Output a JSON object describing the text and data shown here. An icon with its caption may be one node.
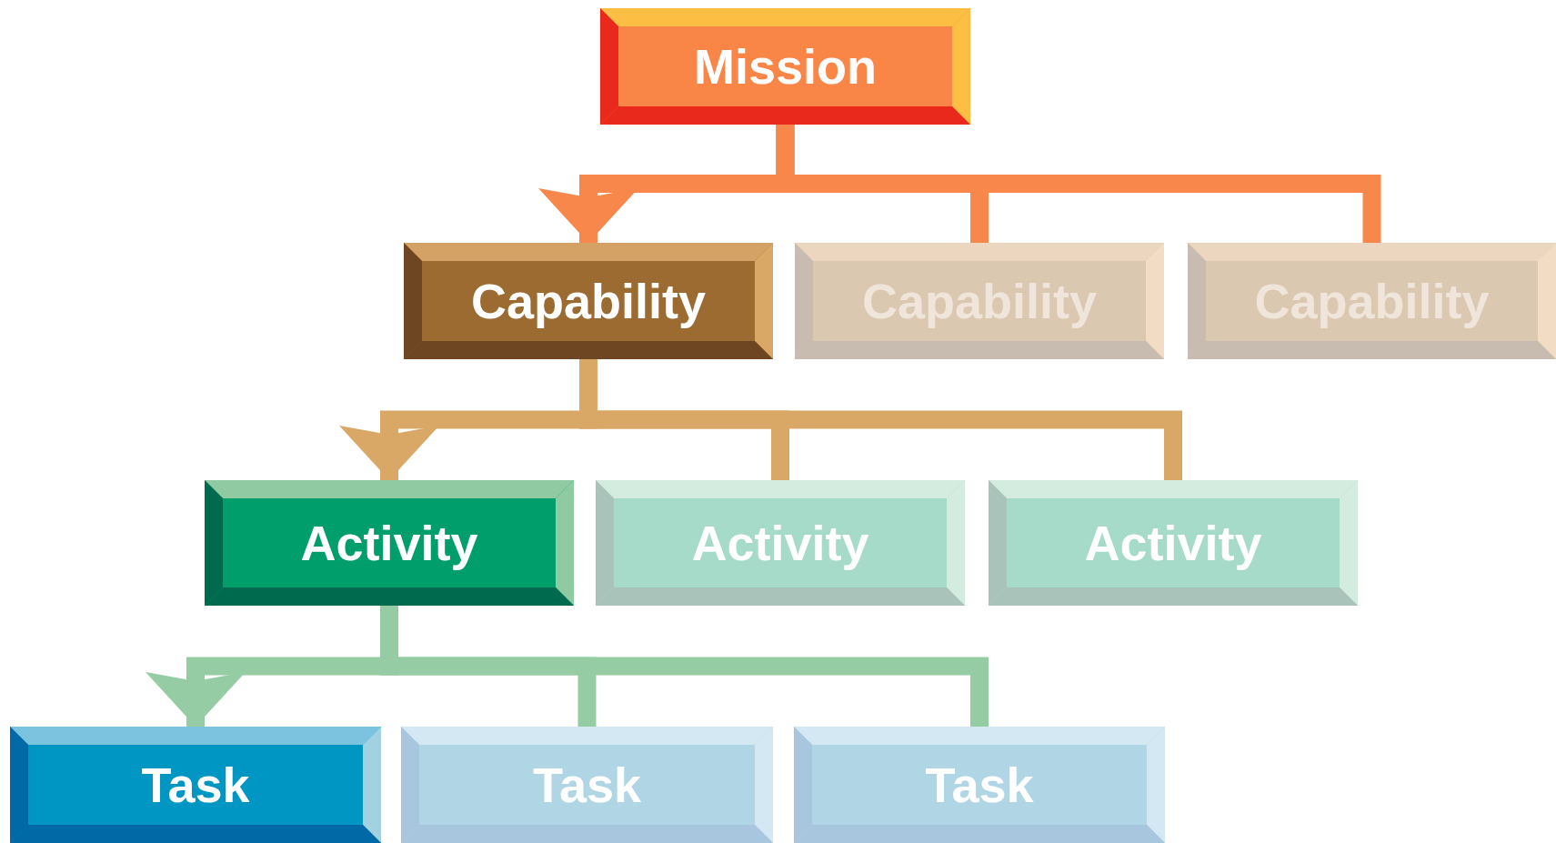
{
  "diagram": {
    "nodes": [
      {
        "text": [
          "Mission"
        ]
      },
      {
        "text": [
          "Capability"
        ]
      },
      {
        "text": [
          "Capability"
        ]
      },
      {
        "text": [
          "Capability"
        ]
      },
      {
        "text": [
          "Activity"
        ]
      },
      {
        "text": [
          "Activity"
        ]
      },
      {
        "text": [
          "Activity"
        ]
      },
      {
        "text": [
          "Task"
        ]
      },
      {
        "text": [
          "Task"
        ]
      },
      {
        "text": [
          "Task"
        ]
      }
    ],
    "edges": [
      {
        "from": 0,
        "to": 2,
        "arrow": "none",
        "color": "#f7874a"
      },
      {
        "from": 0,
        "to": 3,
        "arrow": "none",
        "color": "#f7874a"
      },
      {
        "from": 0,
        "to": 1,
        "arrow": "to",
        "color": "#f7874a"
      },
      {
        "from": 1,
        "to": 5,
        "arrow": "none",
        "color": "#d9a766"
      },
      {
        "from": 1,
        "to": 6,
        "arrow": "none",
        "color": "#d9a766"
      },
      {
        "from": 1,
        "to": 4,
        "arrow": "to",
        "color": "#d9a766"
      },
      {
        "from": 4,
        "to": 8,
        "arrow": "none",
        "color": "#96cca4"
      },
      {
        "from": 4,
        "to": 9,
        "arrow": "none",
        "color": "#96cca4"
      },
      {
        "from": 4,
        "to": 7,
        "arrow": "to",
        "color": "#96cca4"
      }
    ]
  }
}
